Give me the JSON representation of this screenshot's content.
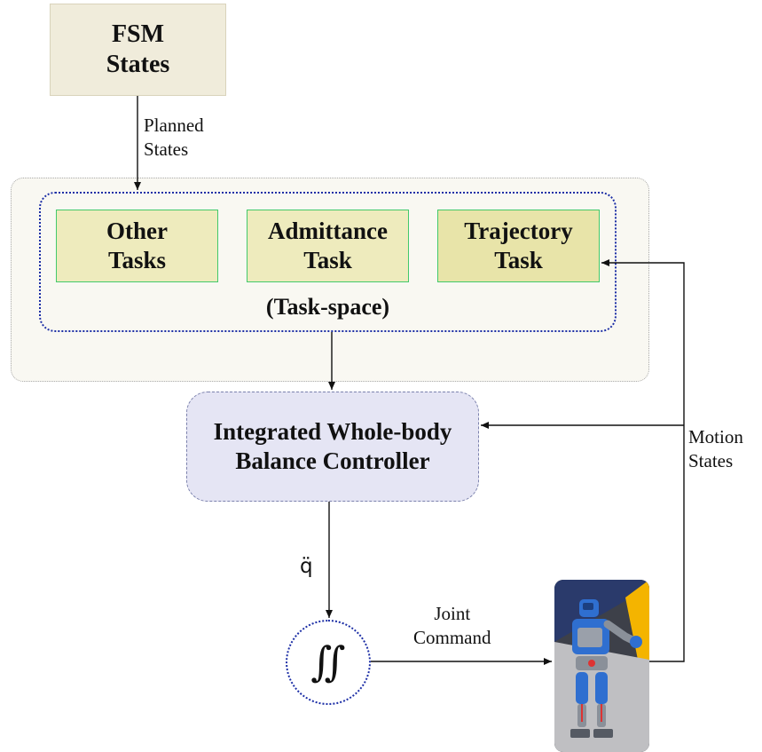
{
  "fsm": {
    "line1": "FSM",
    "line2": "States"
  },
  "edges": {
    "planned_line1": "Planned",
    "planned_line2": "States",
    "motion_line1": "Motion",
    "motion_line2": "States",
    "joint_line1": "Joint",
    "joint_line2": "Command",
    "qdd": "q̈"
  },
  "tasks": [
    {
      "line1": "Other",
      "line2": "Tasks"
    },
    {
      "line1": "Admittance",
      "line2": "Task"
    },
    {
      "line1": "Trajectory",
      "line2": "Task"
    }
  ],
  "task_space_label": "(Task-space)",
  "controller": {
    "line1": "Integrated Whole-body",
    "line2": "Balance Controller"
  },
  "integrator_symbol": "∬",
  "colors": {
    "fsm_fill": "#f0ecdb",
    "task_fill": "#eeebbd",
    "task_border": "#43c96b",
    "controller_fill": "#e5e5f4",
    "dotted_border": "#1d2fa6",
    "robot_blue": "#2f6fd0",
    "robot_accent": "#f4b400"
  }
}
